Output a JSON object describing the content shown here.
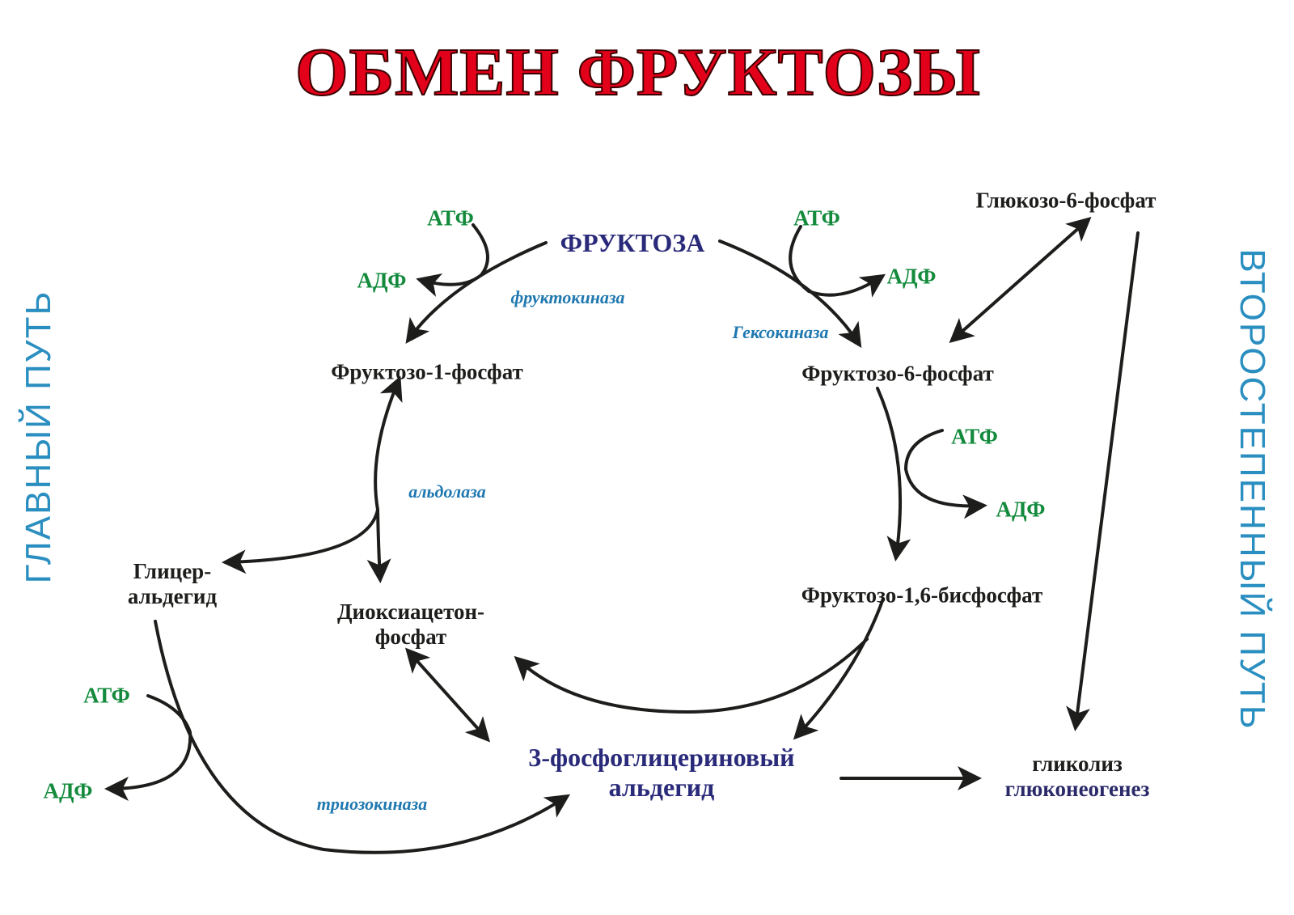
{
  "title": "ОБМЕН ФРУКТОЗЫ",
  "pathways": {
    "main": "ГЛАВНЫЙ ПУТЬ",
    "secondary": "ВТОРОСТЕПЕННЫЙ ПУТЬ"
  },
  "metabolites": {
    "fructose": "ФРУКТОЗА",
    "f1p": "Фруктозо-1-фосфат",
    "f6p": "Фруктозо-6-фосфат",
    "g6p": "Глюкозо-6-фосфат",
    "f16bp": "Фруктозо-1,6-бисфосфат",
    "glyceraldehyde": [
      "Глицер-",
      "альдегид"
    ],
    "dhap": [
      "Диоксиацетон-",
      "фосфат"
    ],
    "g3p": [
      "3-фосфоглицериновый",
      "альдегид"
    ],
    "outcome": [
      "гликолиз",
      "глюконеогенез"
    ]
  },
  "enzymes": {
    "fructokinase": "фруктокиназа",
    "hexokinase": "Гексокиназа",
    "aldolase": "альдолаза",
    "triokinase": "триозокиназа"
  },
  "cofactors": {
    "atp": "АТФ",
    "adp": "АДФ"
  },
  "colors": {
    "title": "#e2001a",
    "cofactor": "#138a3c",
    "enzyme": "#1f78b0",
    "pathway": "#2a8fc0",
    "highlight": "#2a2a7a",
    "arrow": "#1d1d1b"
  }
}
